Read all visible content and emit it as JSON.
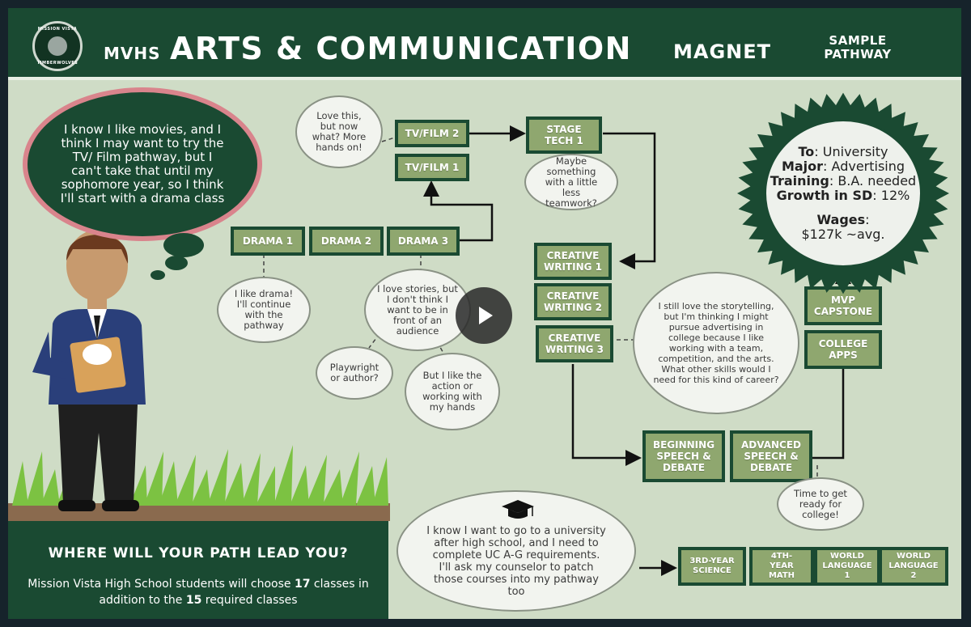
{
  "header": {
    "logo_line1": "MISSION VISTA",
    "logo_line2": "TIMBERWOLVES",
    "prefix": "MVHS",
    "title": "ARTS & COMMUNICATION",
    "suffix": "MAGNET",
    "sample": "SAMPLE PATHWAY"
  },
  "thought_main": "I know I like movies, and I think I may want to try the TV/ Film pathway, but I can't take that until my sophomore year, so I think I'll start with a drama class",
  "courses": {
    "drama1": "DRAMA 1",
    "drama2": "DRAMA 2",
    "drama3": "DRAMA 3",
    "tvfilm1": "TV/FILM 1",
    "tvfilm2": "TV/FILM 2",
    "stagetech1": "STAGE TECH 1",
    "cw1": "CREATIVE WRITING 1",
    "cw2": "CREATIVE WRITING 2",
    "cw3": "CREATIVE WRITING 3",
    "beg_speech": "BEGINNING SPEECH & DEBATE",
    "adv_speech": "ADVANCED SPEECH & DEBATE",
    "mvp": "MVP CAPSTONE",
    "college_apps": "COLLEGE APPS",
    "science3": "3RD-YEAR SCIENCE",
    "math4": "4TH-YEAR MATH",
    "wl1": "WORLD LANGUAGE 1",
    "wl2": "WORLD LANGUAGE 2"
  },
  "bubbles": {
    "love_this": "Love this, but now what? More hands on!",
    "maybe": "Maybe something with a little less teamwork?",
    "like_drama": "I like drama! I'll continue with the pathway",
    "love_stories": "I love stories, but I don't think I want to be in front of an audience",
    "playwright": "Playwright or author?",
    "action": "But I like the action or working with my hands",
    "storytelling": "I still love the storytelling, but I'm thinking I might pursue advertising in college because I like working with a team, competition, and the arts. What other skills would I need for this kind of career?",
    "time_ready": "Time to get ready for college!",
    "university": "I know I want to go to a university after high school, and I need to complete UC A-G requirements. I'll ask my counselor to patch those courses into my pathway too"
  },
  "badge": {
    "to_label": "To",
    "to_value": ": University",
    "major_label": "Major",
    "major_value": ": Advertising",
    "training_label": "Training",
    "training_value": ": B.A. needed",
    "growth_label": "Growth in SD",
    "growth_value": ": 12%",
    "wages_label": "Wages",
    "wages_colon": ":",
    "wages_value": "$127k ~avg."
  },
  "bottom": {
    "title": "WHERE WILL YOUR PATH LEAD YOU?",
    "desc_a": "Mission Vista High School students will choose ",
    "desc_n1": "17",
    "desc_b": " classes in addition to the ",
    "desc_n2": "15",
    "desc_c": " required classes"
  },
  "colors": {
    "dark_green": "#1a4a32",
    "box_green": "#8fa76f",
    "background": "#cfdcc6",
    "bubble_border": "#d9848c"
  },
  "icons": [
    "play-icon",
    "graduation-cap-icon",
    "student-illustration",
    "grass-illustration"
  ]
}
